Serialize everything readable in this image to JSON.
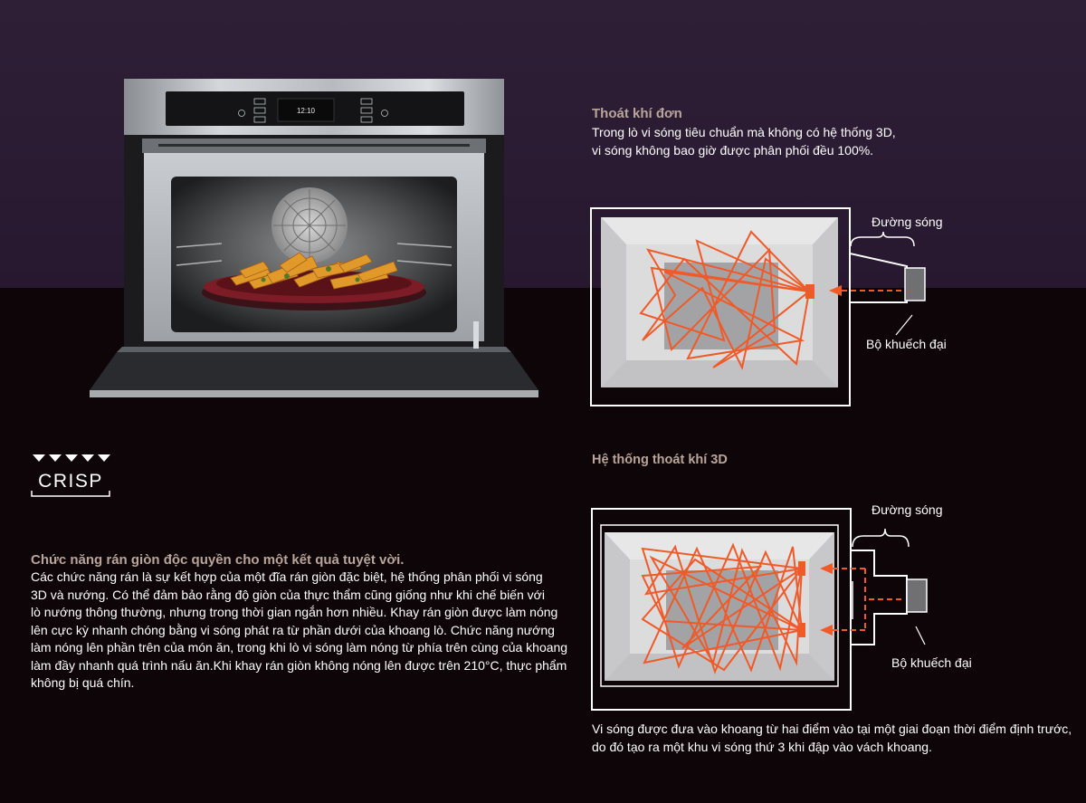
{
  "oven": {
    "clock": "12:10"
  },
  "logo": {
    "text": "CRISP"
  },
  "crisp": {
    "title": "Chức năng rán giòn độc quyền cho một kết quả tuyệt vời.",
    "lines": [
      "Các chức năng rán là sự kết hợp của một đĩa rán giòn đặc biệt, hệ thống phân phối vi sóng",
      "3D và nướng. Có thể đảm bảo rằng độ giòn của thực thẩm cũng giống như khi chế biến với",
      "lò nướng thông thường, nhưng trong thời gian ngắn hơn nhiều. Khay rán giòn được làm nóng",
      "lên cực kỳ nhanh chóng bằng vi sóng phát ra từ phần dưới của khoang lò. Chức năng nướng",
      "làm nóng lên phần trên của món ăn, trong khi lò vi sóng làm nóng từ phía trên cùng của khoang",
      "làm đầy nhanh quá trình nấu ăn.Khi khay rán giòn không nóng lên được trên 210°C, thực phẩm",
      "không bị quá chín."
    ]
  },
  "single": {
    "title": "Thoát khí đơn",
    "lines": [
      "Trong lò vi sóng tiêu chuẩn mà không có hệ thống 3D,",
      "vi sóng không bao giờ được phân phối đều 100%."
    ],
    "wave_label": "Đường sóng",
    "amp_label": "Bộ khuếch đại"
  },
  "three_d": {
    "title": "Hệ thống thoát khí 3D",
    "wave_label": "Đường sóng",
    "amp_label": "Bộ khuếch đại",
    "lines": [
      "Vi sóng được đưa vào khoang từ hai điểm vào tại một giai đoạn thời điểm định trước,",
      "do đó tạo ra một khu vi sóng thứ 3 khi đập vào vách khoang."
    ]
  },
  "colors": {
    "heading": "#b9a59a",
    "wave": "#f05a28",
    "top_band": "#2e1f37",
    "background": "#0e0508"
  }
}
